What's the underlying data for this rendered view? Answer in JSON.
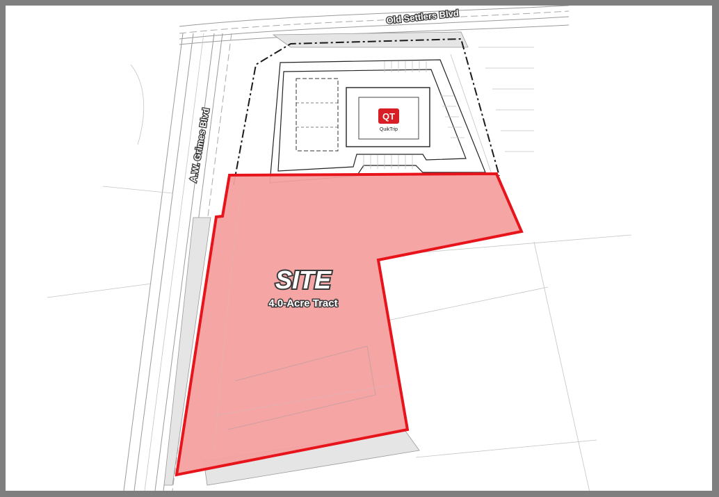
{
  "roads": {
    "north": "Old Settlers Blvd",
    "west": "A.W. Grimes Blvd"
  },
  "site": {
    "title": "SITE",
    "subtitle": "4.0-Acre Tract",
    "fill_color": "#f5a0a0",
    "outline_color": "#e8141c"
  },
  "store": {
    "logo_text": "QT",
    "brand_name": "QuikTrip",
    "logo_color": "#d81f26"
  }
}
